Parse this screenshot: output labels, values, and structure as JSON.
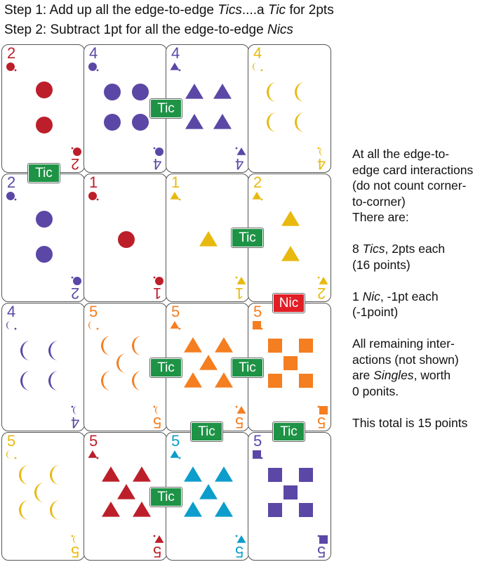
{
  "instructions": {
    "step1": [
      "Step 1: Add up all the edge-to-edge ",
      "Tics",
      "....a ",
      "Tic",
      " for 2pts"
    ],
    "step2": [
      "Step 2: Subtract 1pt for all the edge-to-edge ",
      "Nics"
    ]
  },
  "colors": {
    "red": "#bc1f2a",
    "purple": "#5b47a6",
    "yellow": "#e8b90f",
    "orange": "#f47e20",
    "blue": "#0d9dcc",
    "tic_green": "#1e9346",
    "nic_red": "#e11d26"
  },
  "cards": [
    {
      "value": "2",
      "shape": "circle",
      "color": "red"
    },
    {
      "value": "4",
      "shape": "circle",
      "color": "purple"
    },
    {
      "value": "4",
      "shape": "triangle",
      "color": "purple"
    },
    {
      "value": "4",
      "shape": "moon",
      "color": "yellow"
    },
    {
      "value": "2",
      "shape": "circle",
      "color": "purple"
    },
    {
      "value": "1",
      "shape": "circle",
      "color": "red"
    },
    {
      "value": "1",
      "shape": "triangle",
      "color": "yellow"
    },
    {
      "value": "2",
      "shape": "triangle",
      "color": "yellow"
    },
    {
      "value": "4",
      "shape": "moon",
      "color": "purple"
    },
    {
      "value": "5",
      "shape": "moon",
      "color": "orange"
    },
    {
      "value": "5",
      "shape": "triangle",
      "color": "orange"
    },
    {
      "value": "5",
      "shape": "square",
      "color": "orange"
    },
    {
      "value": "5",
      "shape": "moon",
      "color": "yellow"
    },
    {
      "value": "5",
      "shape": "triangle",
      "color": "red"
    },
    {
      "value": "5",
      "shape": "triangle",
      "color": "blue"
    },
    {
      "value": "5",
      "shape": "square",
      "color": "purple"
    }
  ],
  "tags": {
    "tic": "Tic",
    "nic": "Nic"
  },
  "sidebar": {
    "intro": "At all the edge-to-\nedge card interactions\n(do not count corner-\nto-corner)\nThere are:",
    "tics": [
      "8 ",
      "Tics",
      ", 2pts each\n(16 points)"
    ],
    "nics": [
      "1 ",
      "Nic",
      ", -1pt each\n(-1point)"
    ],
    "singles": [
      "All remaining inter-\nactions (not shown)\nare ",
      "Singles",
      ", worth\n0 ponits."
    ],
    "total": "This total is 15 points"
  }
}
